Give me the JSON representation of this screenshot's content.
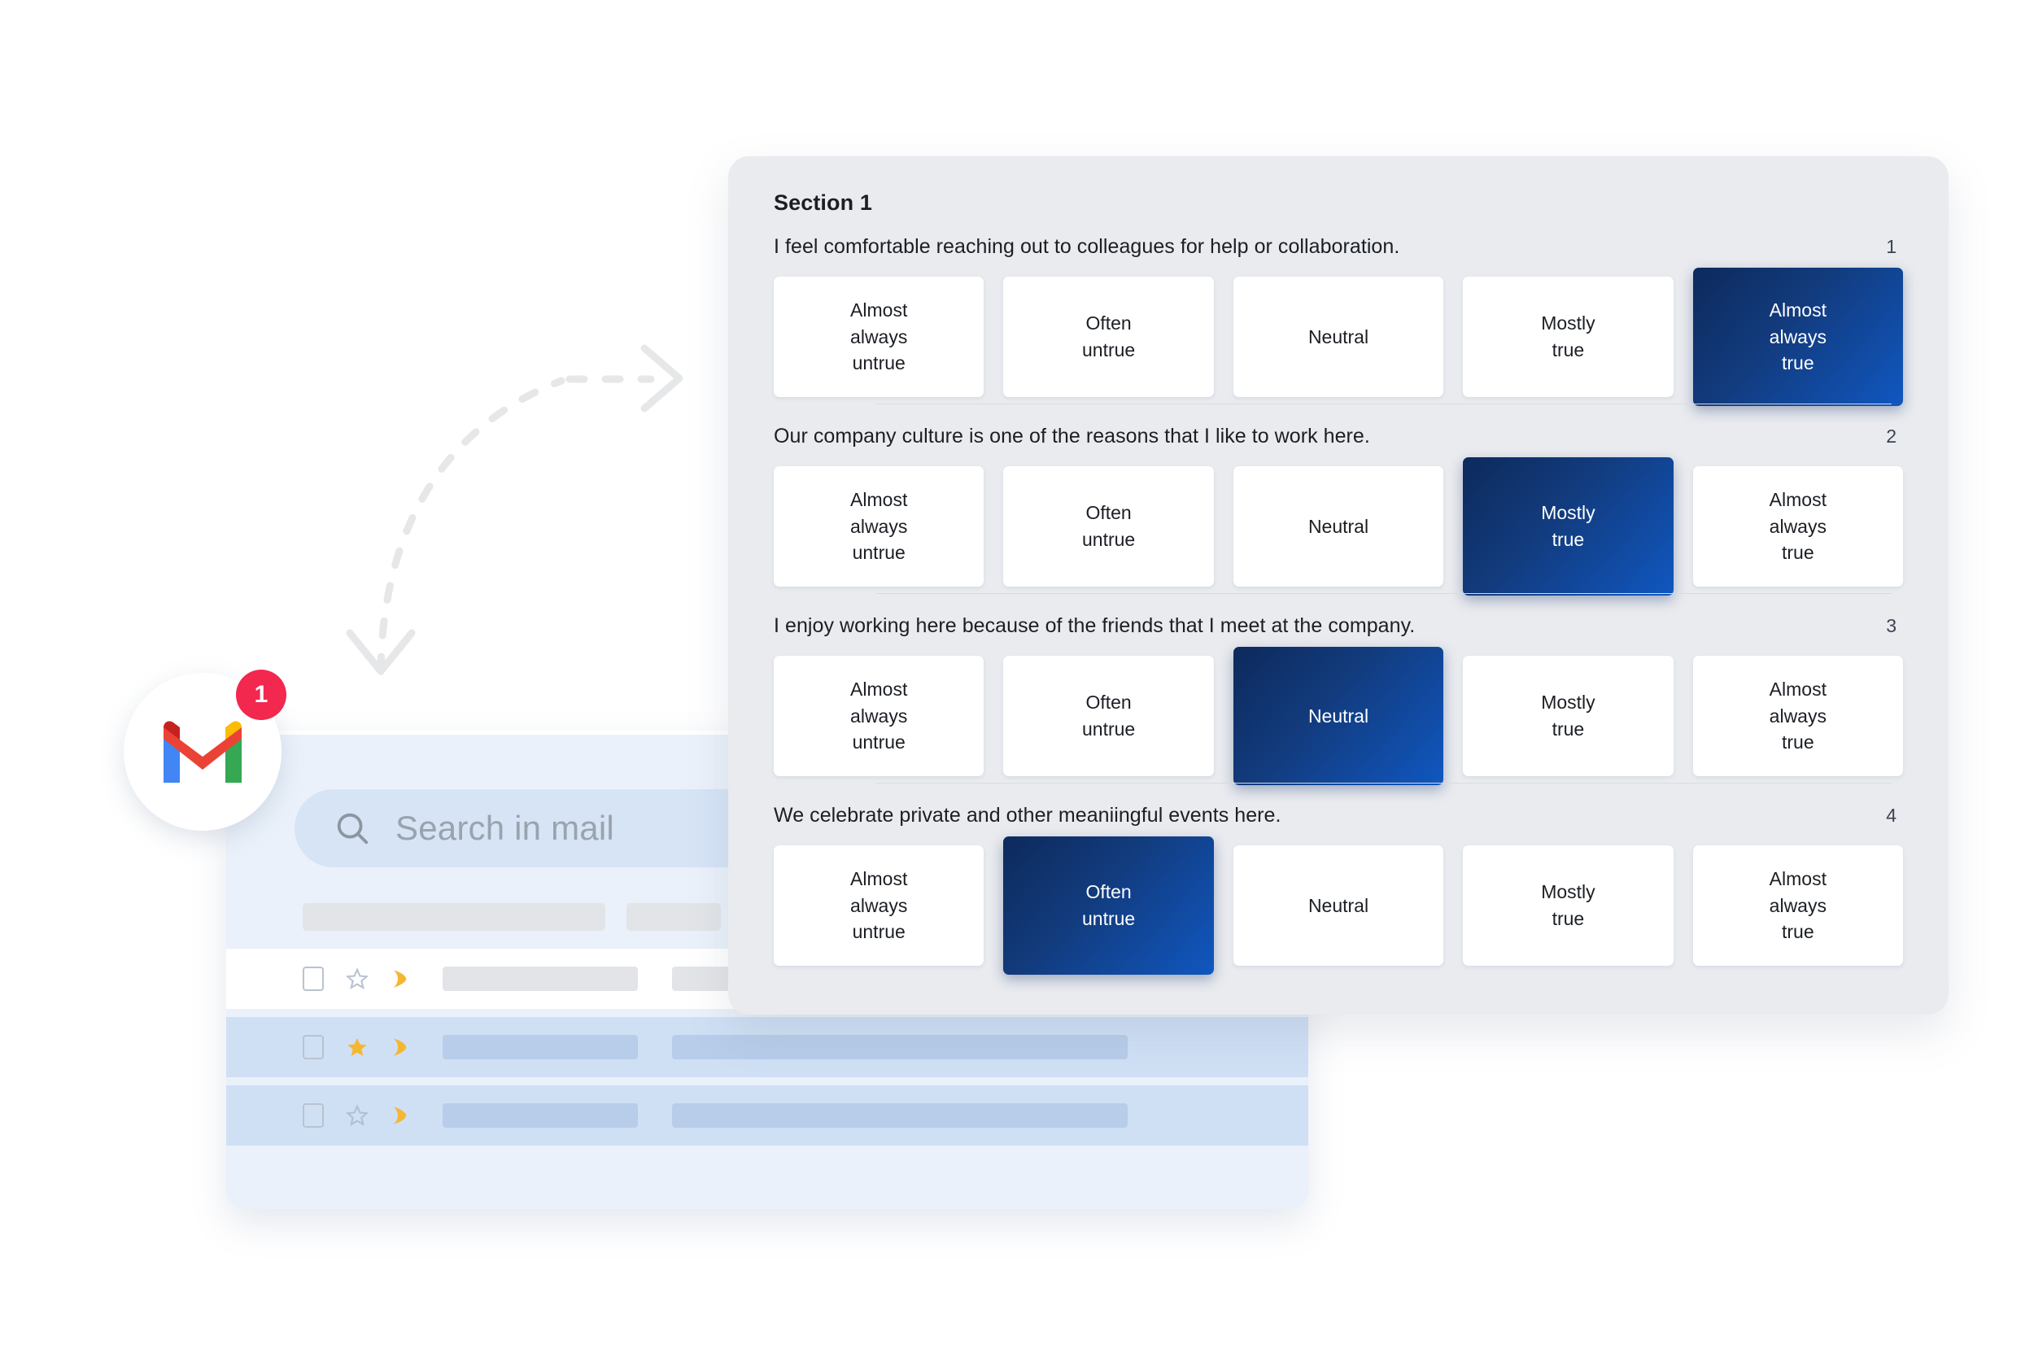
{
  "survey": {
    "section_title": "Section 1",
    "scale_labels": [
      "Almost\nalways\nuntrue",
      "Often\nuntrue",
      "Neutral",
      "Mostly\ntrue",
      "Almost\nalways\ntrue"
    ],
    "questions": [
      {
        "number": "1",
        "text": "I feel comfortable reaching out to colleagues for help or collaboration.",
        "options": [
          "Almost always untrue",
          "Often untrue",
          "Neutral",
          "Mostly true",
          "Almost always true"
        ],
        "option_lines": [
          [
            "Almost",
            "always",
            "untrue"
          ],
          [
            "Often",
            "untrue"
          ],
          [
            "Neutral"
          ],
          [
            "Mostly",
            "true"
          ],
          [
            "Almost",
            "always",
            "true"
          ]
        ],
        "selected_index": 4,
        "selected_label": "Almost always true"
      },
      {
        "number": "2",
        "text": "Our company culture is one of the reasons that I like to work here.",
        "options": [
          "Almost always untrue",
          "Often untrue",
          "Neutral",
          "Mostly true",
          "Almost always true"
        ],
        "option_lines": [
          [
            "Almost",
            "always",
            "untrue"
          ],
          [
            "Often",
            "untrue"
          ],
          [
            "Neutral"
          ],
          [
            "Mostly",
            "true"
          ],
          [
            "Almost",
            "always",
            "true"
          ]
        ],
        "selected_index": 3,
        "selected_label": "Mostly true"
      },
      {
        "number": "3",
        "text": "I enjoy working here because of the friends that I meet at the company.",
        "options": [
          "Almost always untrue",
          "Often untrue",
          "Neutral",
          "Mostly true",
          "Almost always true"
        ],
        "option_lines": [
          [
            "Almost",
            "always",
            "untrue"
          ],
          [
            "Often",
            "untrue"
          ],
          [
            "Neutral"
          ],
          [
            "Mostly",
            "true"
          ],
          [
            "Almost",
            "always",
            "true"
          ]
        ],
        "selected_index": 2,
        "selected_label": "Neutral"
      },
      {
        "number": "4",
        "text": "We celebrate private and other meaniingful events here.",
        "options": [
          "Almost always untrue",
          "Often untrue",
          "Neutral",
          "Mostly true",
          "Almost always true"
        ],
        "option_lines": [
          [
            "Almost",
            "always",
            "untrue"
          ],
          [
            "Often",
            "untrue"
          ],
          [
            "Neutral"
          ],
          [
            "Mostly",
            "true"
          ],
          [
            "Almost",
            "always",
            "true"
          ]
        ],
        "selected_index": 1,
        "selected_label": "Often untrue"
      }
    ]
  },
  "gmail": {
    "badge_count": "1",
    "search_placeholder": "Search in mail",
    "icons": {
      "search": "search-icon",
      "app": "gmail-logo-icon",
      "checkbox": "checkbox-icon",
      "star": "star-icon",
      "important": "important-marker-icon"
    },
    "rows": [
      {
        "state": "unread",
        "starred": false
      },
      {
        "state": "read",
        "starred": true
      },
      {
        "state": "read",
        "starred": false
      }
    ]
  },
  "decoration": {
    "arrow": "dashed-curved-arrow"
  },
  "colors": {
    "panel_bg": "#e9ebef",
    "card_bg": "#ffffff",
    "selected_from": "#0d2a5c",
    "selected_to": "#1057c0",
    "text": "#1b1f24",
    "gmail_window_bg": "#eaf1fa",
    "gmail_search_bg": "#d6e4f6",
    "gmail_row_read": "#cfe0f5",
    "badge_red": "#f3284f"
  }
}
